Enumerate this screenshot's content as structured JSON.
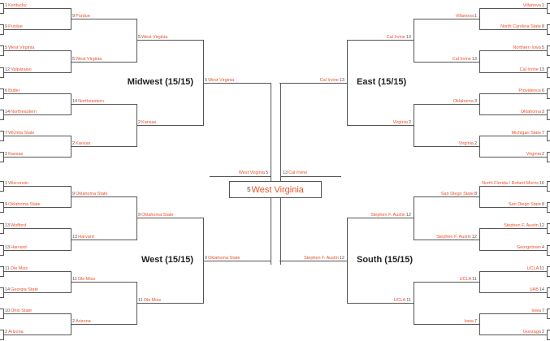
{
  "colors": {
    "team": "#e8532b",
    "seed": "#555555",
    "line": "#555555"
  },
  "regions": [
    {
      "key": "midwest",
      "title": "Midwest (15/15)",
      "side": "left",
      "rounds": [
        [
          [
            "1",
            "Kentucky"
          ],
          [
            "9",
            "Purdue"
          ],
          [
            "5",
            "West Virginia"
          ],
          [
            "12",
            "Valparaiso"
          ],
          [
            "6",
            "Butler"
          ],
          [
            "14",
            "Northeastern"
          ],
          [
            "7",
            "Wichita State"
          ],
          [
            "2",
            "Kansas"
          ]
        ],
        [
          [
            "9",
            "Purdue"
          ],
          [
            "5",
            "West Virginia"
          ],
          [
            "14",
            "Northeastern"
          ],
          [
            "2",
            "Kansas"
          ]
        ],
        [
          [
            "5",
            "West Virginia"
          ],
          [
            "2",
            "Kansas"
          ]
        ],
        [
          [
            "5",
            "West Virginia"
          ]
        ]
      ]
    },
    {
      "key": "west",
      "title": "West (15/15)",
      "side": "left",
      "rounds": [
        [
          [
            "1",
            "Wisconsin"
          ],
          [
            "9",
            "Oklahoma State"
          ],
          [
            "13",
            "Wofford"
          ],
          [
            "13",
            "Harvard"
          ],
          [
            "11",
            "Ole Miss"
          ],
          [
            "14",
            "Georgia State"
          ],
          [
            "10",
            "Ohio State"
          ],
          [
            "2",
            "Arizona"
          ]
        ],
        [
          [
            "9",
            "Oklahoma State"
          ],
          [
            "13",
            "Harvard"
          ],
          [
            "11",
            "Ole Miss"
          ],
          [
            "2",
            "Arizona"
          ]
        ],
        [
          [
            "9",
            "Oklahoma State"
          ],
          [
            "11",
            "Ole Miss"
          ]
        ],
        [
          [
            "9",
            "Oklahoma State"
          ]
        ]
      ]
    },
    {
      "key": "east",
      "title": "East (15/15)",
      "side": "right",
      "rounds": [
        [
          [
            "1",
            "Villanova"
          ],
          [
            "8",
            "North Carolina State"
          ],
          [
            "5",
            "Northern Iowa"
          ],
          [
            "13",
            "Cal Irvine"
          ],
          [
            "6",
            "Providence"
          ],
          [
            "3",
            "Oklahoma"
          ],
          [
            "7",
            "Michigan State"
          ],
          [
            "2",
            "Virginia"
          ]
        ],
        [
          [
            "1",
            "Villanova"
          ],
          [
            "13",
            "Cal Irvine"
          ],
          [
            "3",
            "Oklahoma"
          ],
          [
            "2",
            "Virginia"
          ]
        ],
        [
          [
            "13",
            "Cal Irvine"
          ],
          [
            "2",
            "Virginia"
          ]
        ],
        [
          [
            "13",
            "Cal Irvine"
          ]
        ]
      ]
    },
    {
      "key": "south",
      "title": "South (15/15)",
      "side": "right",
      "rounds": [
        [
          [
            "16",
            "North Florida / Robert Morris"
          ],
          [
            "8",
            "San Diego State"
          ],
          [
            "12",
            "Stephen F. Austin"
          ],
          [
            "4",
            "Georgetown"
          ],
          [
            "11",
            "UCLA"
          ],
          [
            "14",
            "UAB"
          ],
          [
            "7",
            "Iowa"
          ],
          [
            "2",
            "Gonzaga"
          ]
        ],
        [
          [
            "8",
            "San Diego State"
          ],
          [
            "12",
            "Stephen F. Austin"
          ],
          [
            "11",
            "UCLA"
          ],
          [
            "7",
            "Iowa"
          ]
        ],
        [
          [
            "12",
            "Stephen F. Austin"
          ],
          [
            "11",
            "UCLA"
          ]
        ],
        [
          [
            "12",
            "Stephen F. Austin"
          ]
        ]
      ]
    }
  ],
  "final_four": {
    "left": [
      "5",
      "West Virginia"
    ],
    "right": [
      "13",
      "Cal Irvine"
    ]
  },
  "champion": {
    "seed": "5",
    "name": "West Virginia"
  }
}
